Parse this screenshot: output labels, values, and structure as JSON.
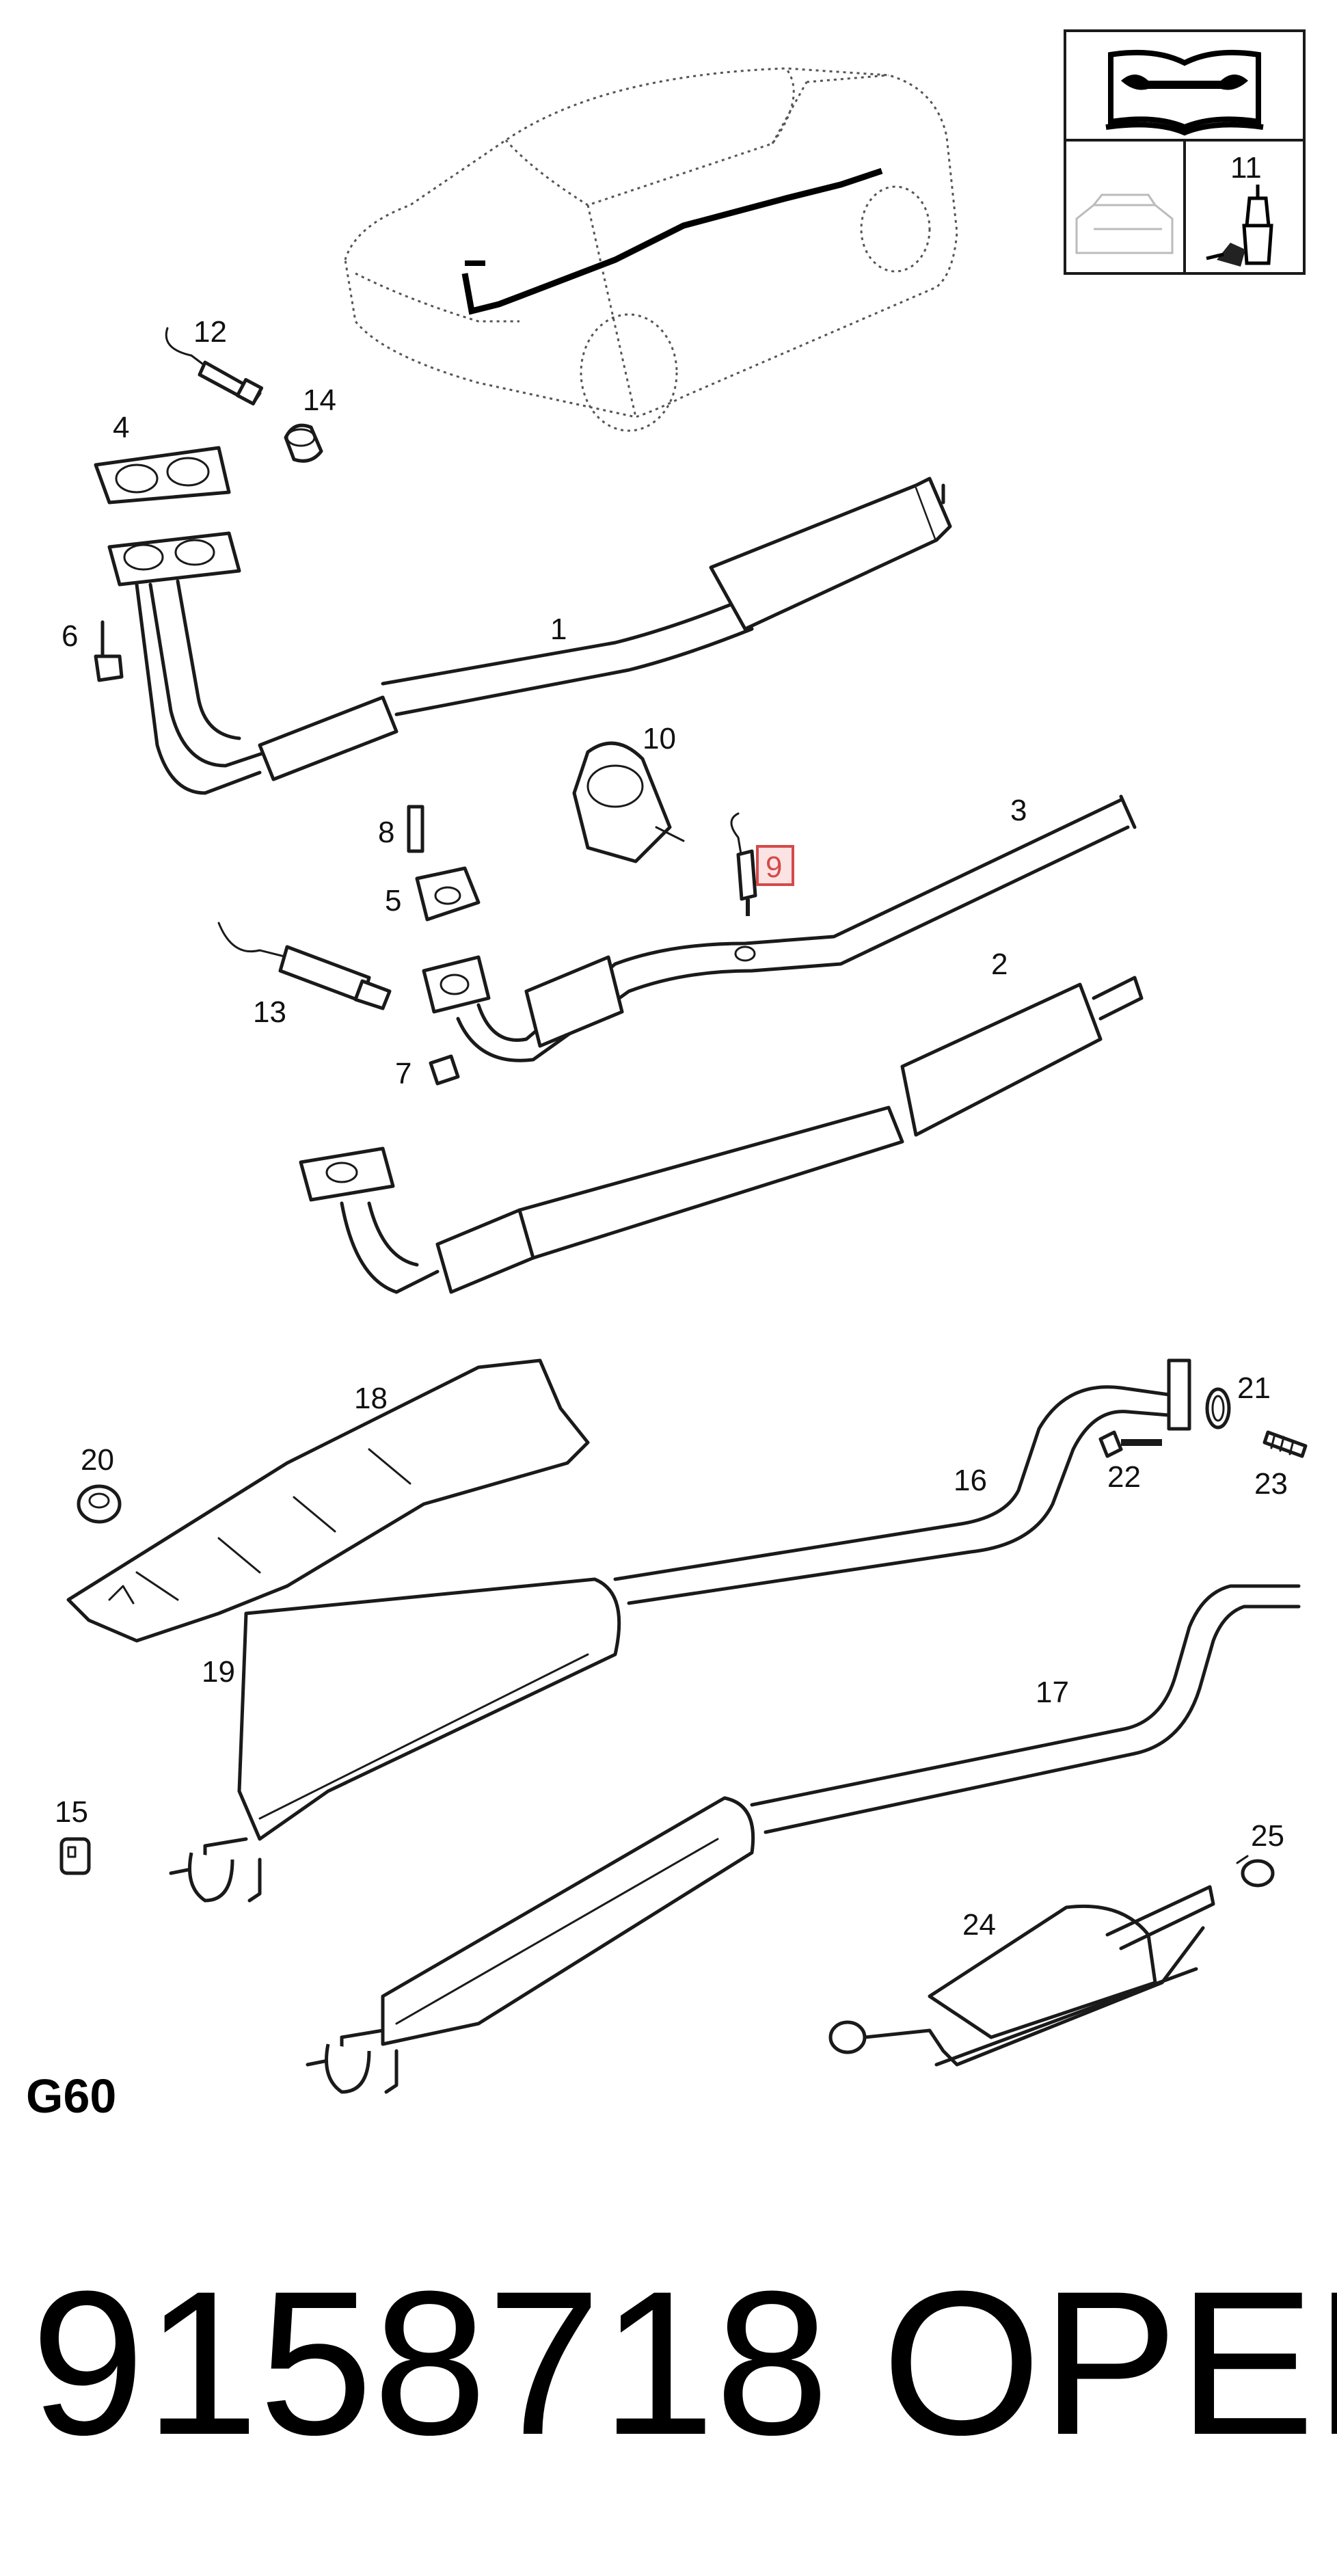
{
  "callouts": {
    "c1": "1",
    "c2": "2",
    "c3": "3",
    "c4": "4",
    "c5": "5",
    "c6": "6",
    "c7": "7",
    "c8": "8",
    "c9": "9",
    "c10": "10",
    "c11": "11",
    "c12": "12",
    "c13": "13",
    "c14": "14",
    "c15": "15",
    "c16": "16",
    "c17": "17",
    "c18": "18",
    "c19": "19",
    "c20": "20",
    "c21": "21",
    "c22": "22",
    "c23": "23",
    "c24": "24",
    "c25": "25"
  },
  "highlighted_callout": "9",
  "section_code": "G60",
  "part_number": "9158718",
  "brand": "OPEL",
  "colors": {
    "highlight": "#d44a4a",
    "highlight_fill": "#fbe3e3",
    "line": "#1a1a1a"
  }
}
